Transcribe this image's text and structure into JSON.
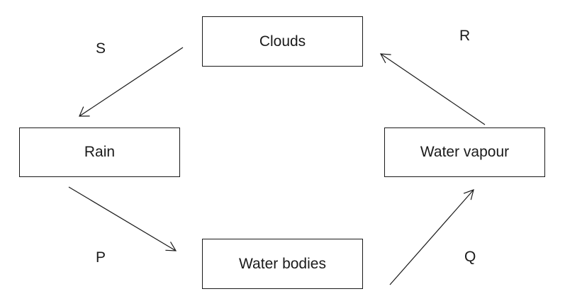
{
  "nodes": {
    "clouds": "Clouds",
    "rain": "Rain",
    "water_vapour": "Water vapour",
    "water_bodies": "Water bodies"
  },
  "edge_labels": {
    "s": "S",
    "r": "R",
    "p": "P",
    "q": "Q"
  },
  "colors": {
    "stroke": "#1a1a1a",
    "background": "#ffffff"
  }
}
